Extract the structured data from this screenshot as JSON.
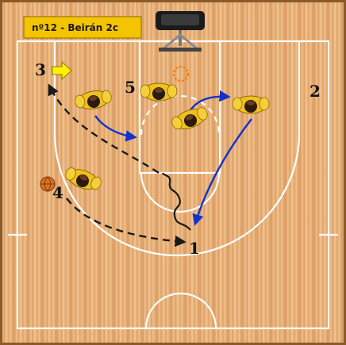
{
  "title_badge": "nº12 - Beirán 2c",
  "players": [
    {
      "label": "1"
    },
    {
      "label": "2"
    },
    {
      "label": "3"
    },
    {
      "label": "4"
    },
    {
      "label": "5"
    }
  ],
  "colors": {
    "wood": "#e9b27a",
    "wood_dark": "#c88a52",
    "badge": "#f5c400",
    "line": "#ffffff",
    "pass": "#1a1a1a",
    "cut": "#1133cc",
    "player": "#f0c020",
    "ball": "#e07020"
  },
  "icons": [
    "basket-icon",
    "ball-icon",
    "screen-arrow-icon",
    "player-icon"
  ]
}
